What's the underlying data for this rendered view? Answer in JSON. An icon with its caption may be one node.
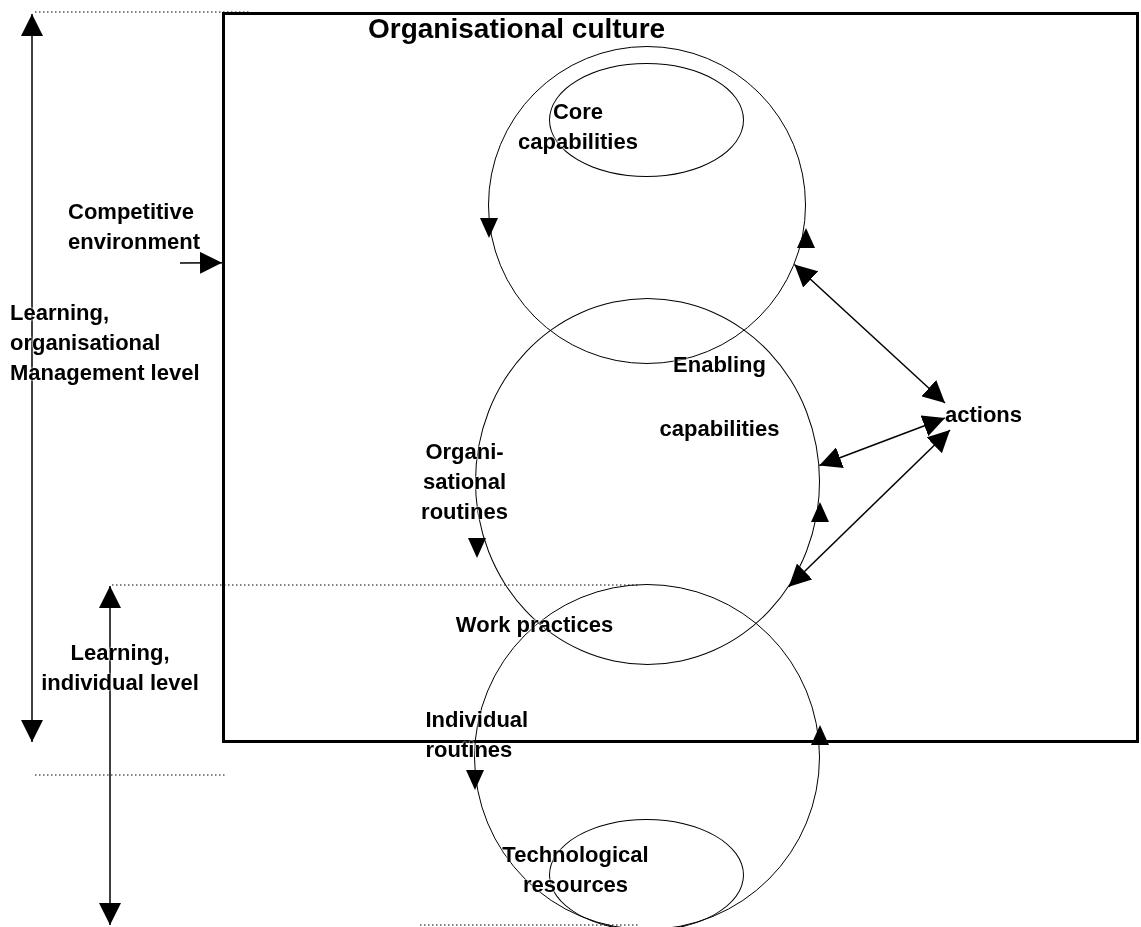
{
  "diagram": {
    "nodes": [
      {
        "text": [
          "Organisational culture"
        ]
      },
      {
        "text": [],
        "shape": "circle",
        "in": 0
      },
      {
        "text": [
          "Core capabilities"
        ],
        "in": 1
      },
      {
        "text": [
          "Enabling capabilities",
          "Organi- sational routines"
        ],
        "in": 0
      },
      {
        "text": [
          "Work practices",
          "Individual routines"
        ]
      },
      {
        "text": [
          "Technological resources"
        ],
        "in": 4
      },
      {
        "text": [
          "Competitive environment"
        ]
      },
      {
        "text": [
          "actions"
        ],
        "in": 0
      }
    ],
    "edges": [
      {
        "from": 6,
        "to": 0,
        "arrow": "to"
      },
      {
        "from": 7,
        "to": 1,
        "arrow": "both"
      },
      {
        "from": 7,
        "to": 3,
        "arrow": "both"
      },
      {
        "from": 7,
        "to": 3,
        "arrow": "both"
      }
    ],
    "labels": [
      "Learning, organisational Management level",
      "Learning, individual level"
    ]
  }
}
